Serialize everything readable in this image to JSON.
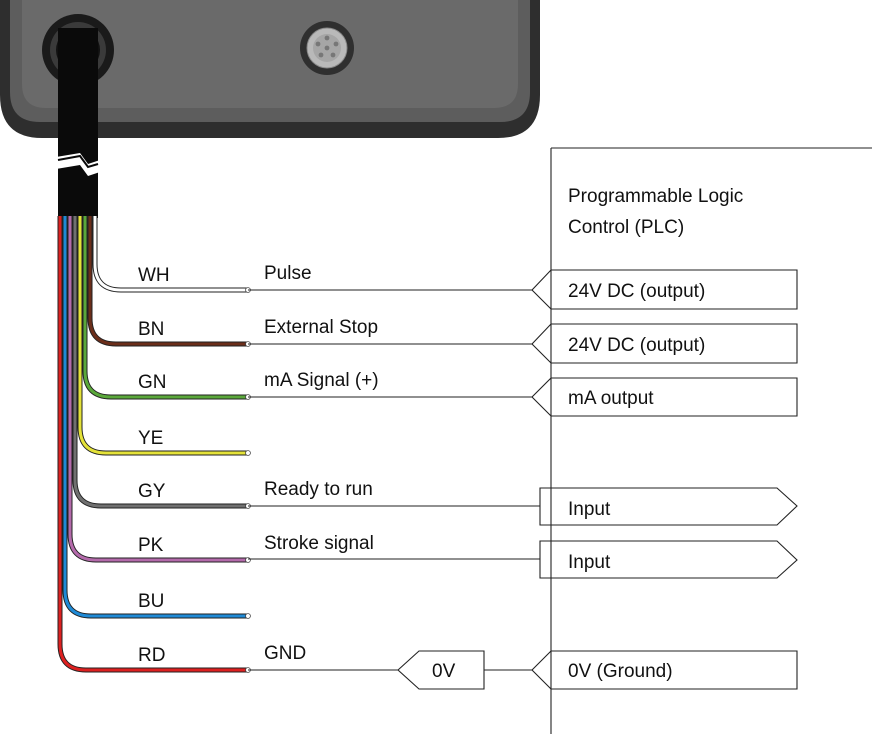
{
  "plc": {
    "title_line1": "Programmable Logic",
    "title_line2": "Control (PLC)",
    "boxes": {
      "pulse": "24V DC (output)",
      "stop": "24V DC (output)",
      "ma": "mA output",
      "ready": "Input",
      "stroke": "Input",
      "ground": "0V (Ground)"
    }
  },
  "wires": [
    {
      "code": "WH",
      "signal": "Pulse",
      "color": "#ffffff"
    },
    {
      "code": "BN",
      "signal": "External Stop",
      "color": "#6b2e1a"
    },
    {
      "code": "GN",
      "signal": "mA Signal (+)",
      "color": "#5aa83a"
    },
    {
      "code": "YE",
      "signal": "",
      "color": "#e4e238"
    },
    {
      "code": "GY",
      "signal": "Ready to run",
      "color": "#707070"
    },
    {
      "code": "PK",
      "signal": "Stroke signal",
      "color": "#b46aab"
    },
    {
      "code": "BU",
      "signal": "",
      "color": "#1f8ad6"
    },
    {
      "code": "RD",
      "signal": "GND",
      "color": "#dd2020"
    }
  ],
  "zero_volt": "0V",
  "colors": {
    "housing": "#5d5d5d",
    "housing_edge": "#2e2e2e",
    "cable": "#0a0a0a",
    "connector": "#b9b9b9"
  }
}
